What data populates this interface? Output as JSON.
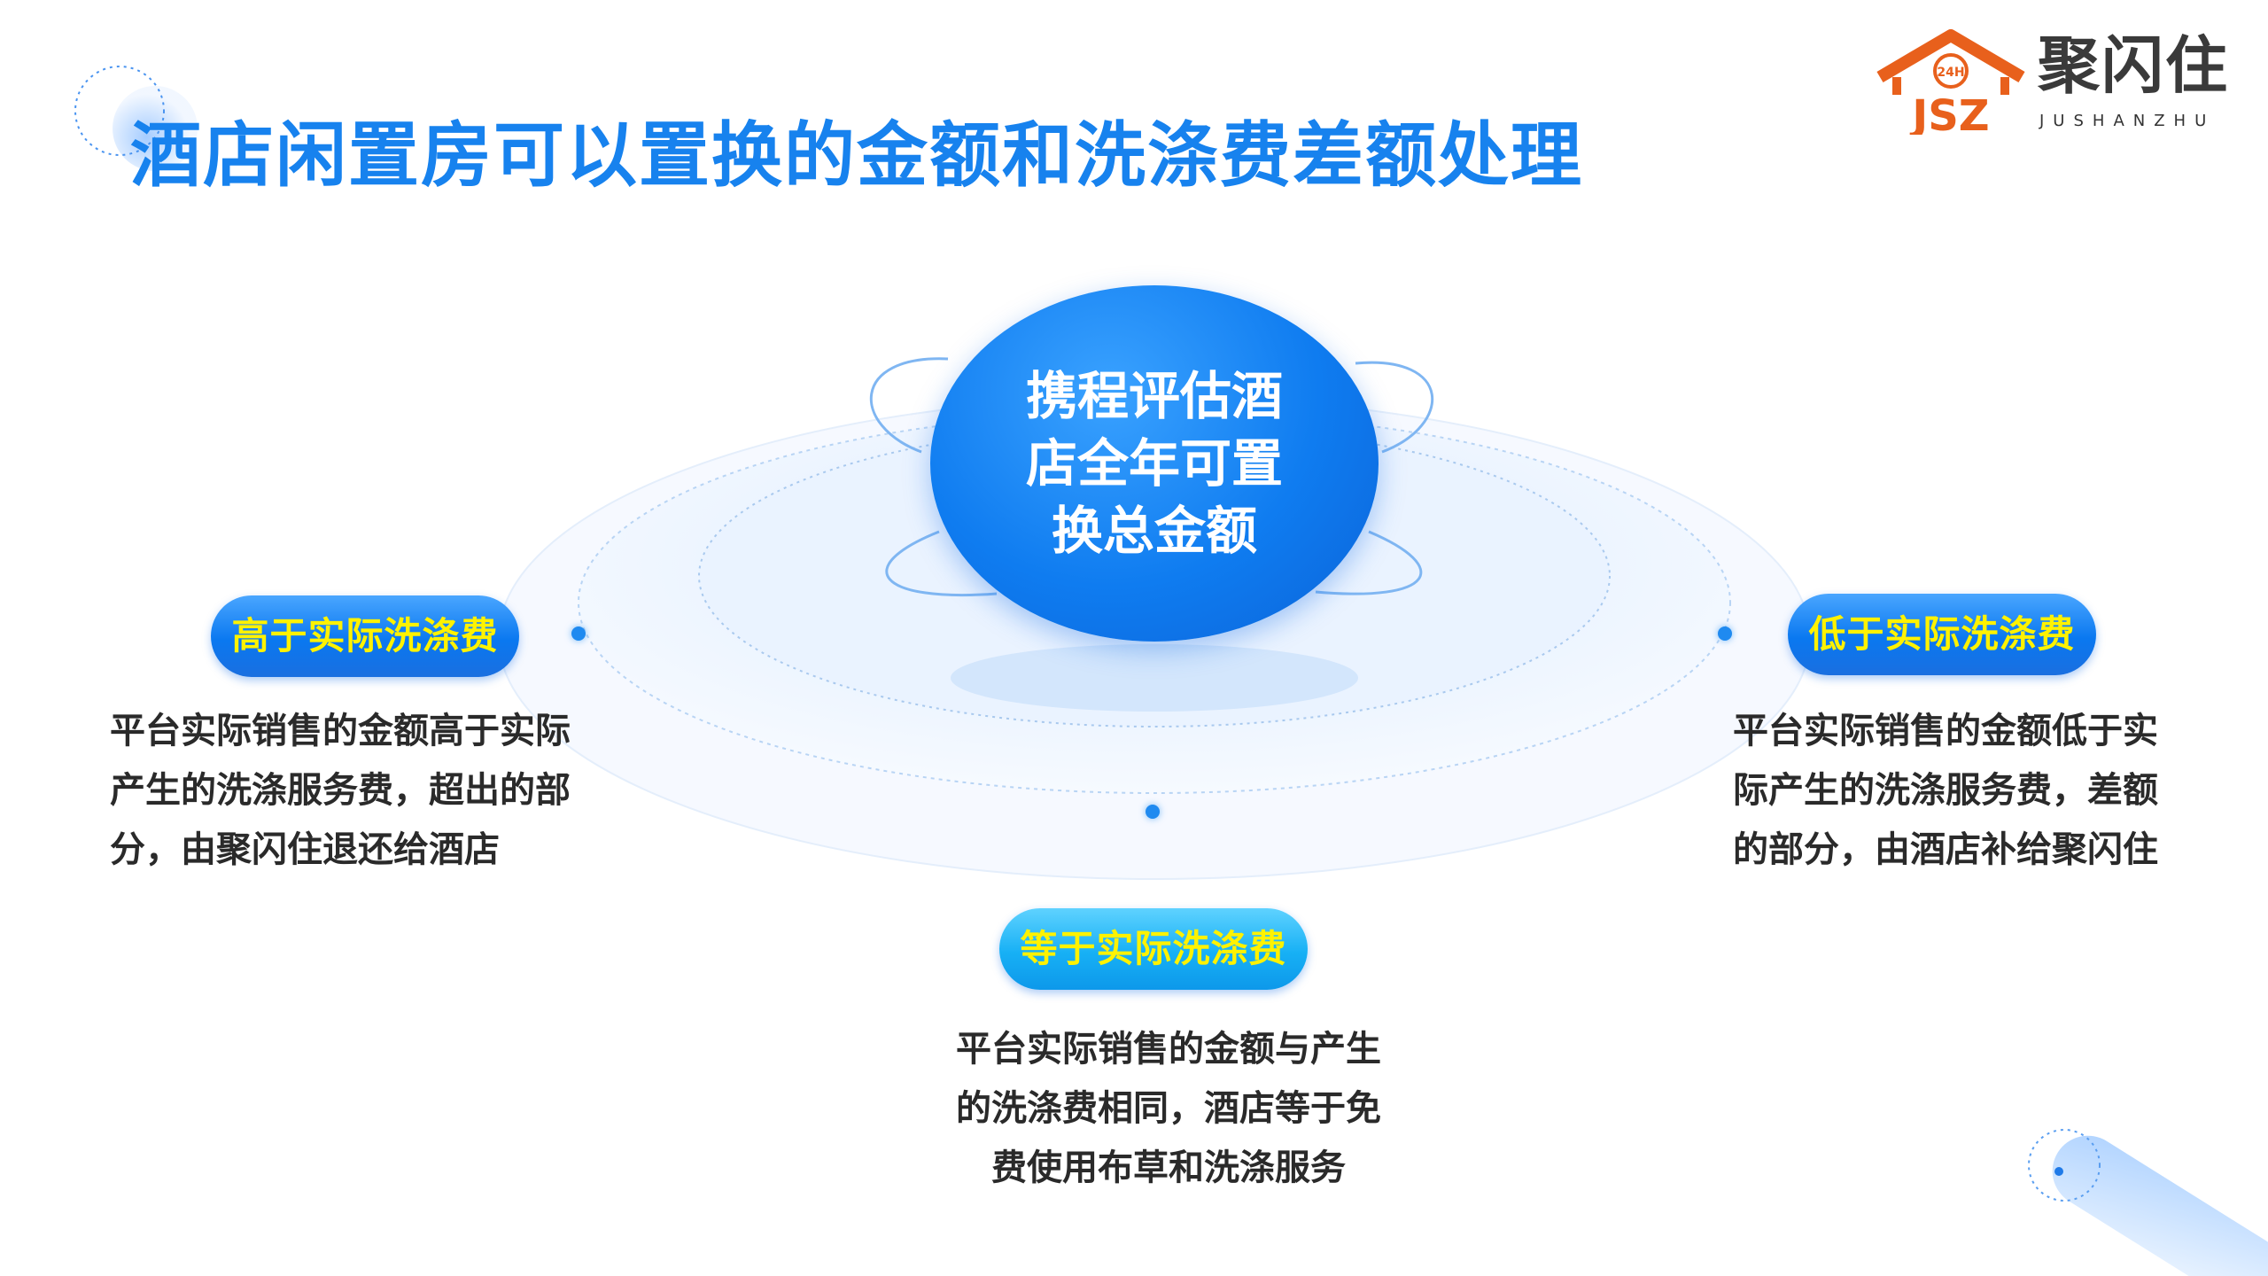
{
  "title": "酒店闲置房可以置换的金额和洗涤费差额处理",
  "logo": {
    "name_cn": "聚闪住",
    "name_en": "JUSHANZHU",
    "mark_text": "JSZ",
    "badge_text": "24H",
    "brand_color": "#e8601c"
  },
  "center": {
    "text": "携程评估酒店全年可置换总金额"
  },
  "cases": [
    {
      "label": "高于实际洗涤费",
      "lines": [
        "平台实际销售的金额高于实际",
        "产生的洗涤服务费，超出的部",
        "分，由聚闪住退还给酒店"
      ]
    },
    {
      "label": "低于实际洗涤费",
      "lines": [
        "平台实际销售的金额低于实",
        "际产生的洗涤服务费，差额",
        "的部分，由酒店补给聚闪住"
      ]
    },
    {
      "label": "等于实际洗涤费",
      "lines": [
        "平台实际销售的金额与产生",
        "的洗涤费相同，酒店等于免",
        "费使用布草和洗涤服务"
      ]
    }
  ],
  "colors": {
    "accent": "#1782ee",
    "pill_text": "#fff200"
  }
}
